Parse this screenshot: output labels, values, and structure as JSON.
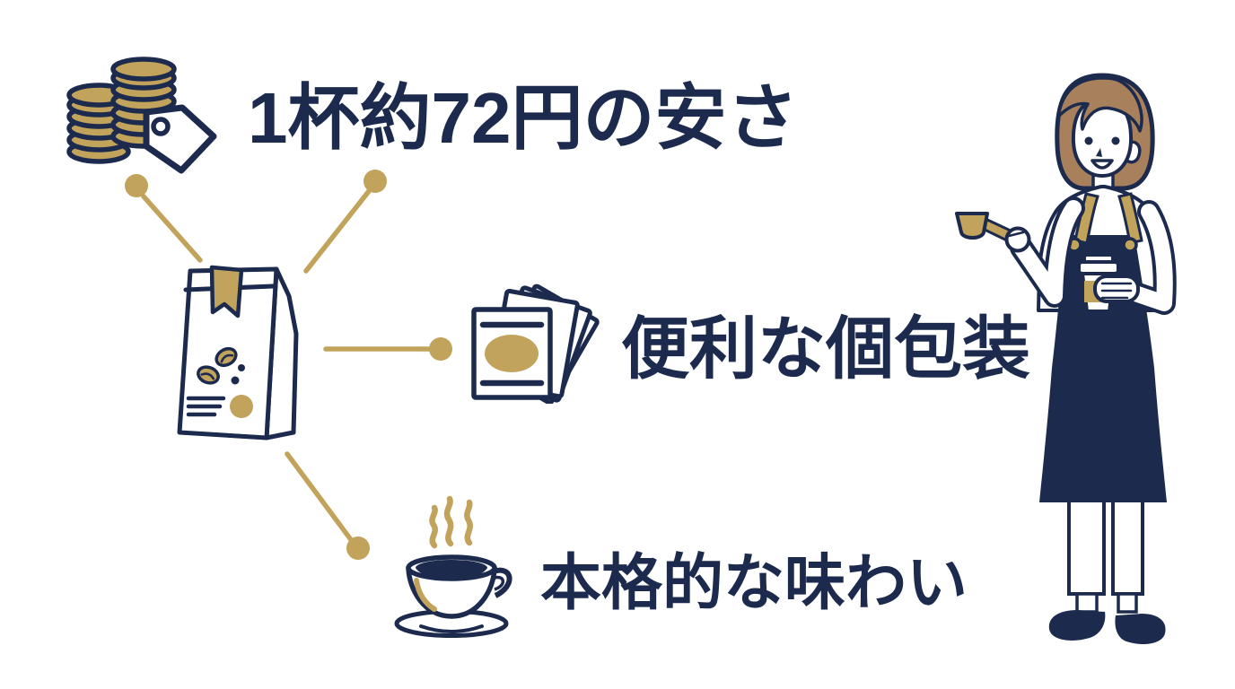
{
  "background": "#ffffff",
  "colors": {
    "navy": "#1c2a4e",
    "gold": "#c2a35c",
    "hair_brown": "#a8815c"
  },
  "features": [
    {
      "id": "low-price",
      "icon": "coins-and-price-tag-icon",
      "label": "1杯約72円の安さ"
    },
    {
      "id": "packaging",
      "icon": "sachet-packets-icon",
      "label": "便利な個包装"
    },
    {
      "id": "taste",
      "icon": "coffee-cup-icon",
      "label": "本格的な味わい"
    }
  ],
  "center_icon": "coffee-bag",
  "illustration": "barista-woman-holding-measuring-spoon-and-paper-cup"
}
